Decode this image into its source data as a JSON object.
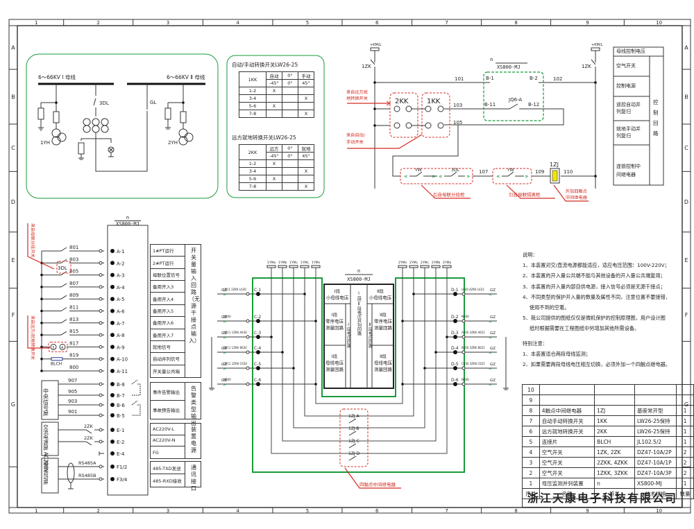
{
  "frame": {
    "columns": [
      "1",
      "2",
      "3",
      "4",
      "5",
      "6",
      "7",
      "8",
      "9",
      "10"
    ],
    "rows": [
      "A",
      "B",
      "C",
      "D",
      "E",
      "F",
      "G"
    ]
  },
  "primary": {
    "bus1_label": "6～66KV Ⅰ 母线",
    "bus2_label": "6～66KV Ⅱ 母线",
    "breaker": "3DL",
    "isolator": "GL",
    "pt1": "1YH",
    "pt2": "2YH"
  },
  "switch_tables": [
    {
      "title": "自动/手动转换开关LW26-25",
      "name": "1KK",
      "headers": [
        "自动",
        "0°",
        "手动"
      ],
      "angles": [
        "-45°",
        "0°",
        "45°"
      ],
      "rows": [
        [
          "1-2",
          "X",
          "",
          ""
        ],
        [
          "3-4",
          "",
          "",
          "X"
        ],
        [
          "5-6",
          "X",
          "",
          ""
        ],
        [
          "7-8",
          "",
          "",
          "X"
        ]
      ]
    },
    {
      "title": "远方就地转换开关LW26-25",
      "name": "2KK",
      "headers": [
        "远方",
        "0°",
        "就地"
      ],
      "angles": [
        "-45°",
        "0°",
        "45°"
      ],
      "rows": [
        [
          "1-2",
          "X",
          "",
          ""
        ],
        [
          "3-4",
          "",
          "",
          "X"
        ],
        [
          "5-6",
          "X",
          "",
          ""
        ],
        [
          "7-8",
          "",
          "",
          "X"
        ]
      ]
    }
  ],
  "control": {
    "supply": "+KM/L",
    "breaker": "1ZK",
    "device_n": "n",
    "device": "XS800-MJ",
    "wires": [
      "101",
      "102",
      "103",
      "105",
      "107",
      "109",
      "110"
    ],
    "terminals": [
      "B-1",
      "B-2",
      "B-11",
      "B-12"
    ],
    "contact": "JQ6-A",
    "sw2": "2KK",
    "sw1": "1KK",
    "relay": "1ZJ",
    "yw": "YW",
    "dl": "3DL",
    "ann_remote": "来自远方就地转换开关",
    "ann_auto": "来自自动/手动开关",
    "ann_tie_section": "引自母联分段柜",
    "ann_tie_isolator": "引自母联隔离柜",
    "ann_relay": "外加四触点中间继电器"
  },
  "control_legend": {
    "header": "母线控制电压",
    "items": [
      "空气开关",
      "控制电源",
      "遥控自动并列复归",
      "就地手动并列复归",
      "连锁控制中间继电器"
    ],
    "side": "控制回路"
  },
  "inputs": {
    "device_n": "n",
    "device": "XS800-MJ",
    "ann_tie": "来自母联分段开关",
    "ann_remote": "来自远方/就地转换开关",
    "blch": "BLCH",
    "dl": "3DL",
    "rows": [
      {
        "wire": "801",
        "term": "A-1",
        "label": "1#PT运行"
      },
      {
        "wire": "803",
        "term": "A-2",
        "label": "2#PT运行"
      },
      {
        "wire": "805",
        "term": "A-3",
        "label": "母联位置信号"
      },
      {
        "wire": "807",
        "term": "A-4",
        "label": "备用开入3"
      },
      {
        "wire": "809",
        "term": "A-5",
        "label": "备用开入4"
      },
      {
        "wire": "811",
        "term": "A-6",
        "label": "备用开入5"
      },
      {
        "wire": "813",
        "term": "A-7",
        "label": "备用开入6"
      },
      {
        "wire": "815",
        "term": "A-8",
        "label": "备用开入7"
      },
      {
        "wire": "817",
        "term": "A-9",
        "label": "就地信号"
      },
      {
        "wire": "819",
        "term": "A-10",
        "label": "自动并列信号"
      },
      {
        "wire": "800",
        "term": "A-11",
        "label": "开关量公共端"
      }
    ],
    "side": "开关量输入回路（无源干接点输入）"
  },
  "outputs": {
    "panel": "中央信号屏",
    "rows": [
      {
        "wire": "907",
        "term": "B-8"
      },
      {
        "wire": "905",
        "term": "B-7"
      },
      {
        "wire": "903",
        "term": "B-6"
      },
      {
        "wire": "901",
        "term": "B-5"
      }
    ],
    "labels": [
      "事件告警输出",
      "事故预告输出"
    ],
    "side": "告警类型输出"
  },
  "power": {
    "panel": "交流电源屏 AC220V",
    "breaker": "2ZK",
    "terms": [
      "E-1",
      "E-2",
      "E-4"
    ],
    "labels": [
      "AC220V-L",
      "AC220V-N",
      "FG"
    ],
    "side": "装置电源"
  },
  "comm": {
    "panel": "通讯远动屏",
    "sub": "后台监控系统",
    "lines": [
      {
        "wire": "RS485A",
        "term": "F1/2"
      },
      {
        "wire": "RS485B",
        "term": "F3/4"
      }
    ],
    "labels": [
      "485-TXD发送",
      "485-RXD接收"
    ],
    "side": "通讯接口"
  },
  "voltage": {
    "device_n": "n",
    "device": "XS800-MJ",
    "bus1": [
      "1YMa",
      "1YMb",
      "1YMc",
      "1YML",
      "1YMn"
    ],
    "bus2": [
      "2YMn",
      "2YML",
      "2YMc",
      "2YMb",
      "2YMa"
    ],
    "left_terms": [
      "C-1",
      "C-2",
      "C-3",
      "C-4",
      "C-5",
      "C-6"
    ],
    "right_terms": [
      "D-1",
      "D-2",
      "D-3",
      "D-4",
      "D-5",
      "D-6"
    ],
    "left_wires": [
      "L611 2ZKK L630",
      "N600",
      "A611 1ZKK A630",
      "B611 1ZKK B630",
      "C611 1ZKK C630",
      "N600"
    ],
    "right_wires": [
      "L640 4ZKK L621",
      "N600",
      "A640 3ZKK A621",
      "B640 3ZKK B621",
      "C640 3ZKK C621",
      "N600"
    ],
    "gz": "GZ",
    "blocks": {
      "i_small": "Ⅰ段\n小母线电压",
      "ii_small": "Ⅱ段\n小母线电压",
      "i_zero": "Ⅰ段\n零序电压\n测量回路",
      "ii_zero": "Ⅱ段\n零序电压\n测量回路",
      "i_bus": "Ⅰ段\n母线电压\n测量回路",
      "ii_bus": "Ⅱ段\n母线电压\n测量回路",
      "i_volt": "Ⅰ段电压回路",
      "ii_volt": "Ⅱ段电压回路",
      "parallel": "Ⅰ段/Ⅱ段电压并列回路"
    },
    "relay_contacts": [
      "1ZJ-A",
      "1ZJ-B",
      "1ZJ-C",
      "1ZJ-D"
    ],
    "ann_relay": "四触点中间继电器"
  },
  "notes": {
    "title": "说明：",
    "items": [
      "1、本装置对交/直流电源都能适应，适应电压范围：100V-220V；",
      "2、本装置的开入量公共端不能与其他设备的开入量公共端复用；",
      "3、本装置的开入量内部自供电源，接入信号必须是无源干接点；",
      "4、不同类型的保护开入量的数量及属性不同，注意位置不要接错，",
      "使用不到的空着。",
      "5、我公司提供的图纸仅仅是微机保护的控制原理图，用户设计图",
      "纸时根据需要在工程图纸中另增加其他所需设备。"
    ],
    "special_title": "特别注意：",
    "special": [
      "1、本装置适合两段母线监测；",
      "2、如果需要两段母线电压相互切换，必须外加一个四触点继电器。"
    ]
  },
  "bom": {
    "headers": [
      "序号",
      "名称",
      "符号",
      "技术规格",
      "数量"
    ],
    "rows": [
      [
        "10",
        "",
        "",
        "",
        ""
      ],
      [
        "9",
        "",
        "",
        "",
        ""
      ],
      [
        "8",
        "4触点中间继电器",
        "1ZJ",
        "基座常开型",
        "1"
      ],
      [
        "7",
        "自动手动转换开关",
        "1KK",
        "LW26-25保持",
        "1"
      ],
      [
        "6",
        "远方就地转换开关",
        "2KK",
        "LW26-25保持",
        "1"
      ],
      [
        "5",
        "连接片",
        "BLCH",
        "JL102.5/2",
        "1"
      ],
      [
        "4",
        "空气开关",
        "1ZK, 2ZK",
        "DZ47-10A/2P",
        "2"
      ],
      [
        "3",
        "空气开关",
        "2ZKK, 4ZKK",
        "DZ47-10A/1P",
        "2"
      ],
      [
        "2",
        "空气开关",
        "1ZKK, 3ZKK",
        "DZ47-10A/3P",
        "2"
      ],
      [
        "1",
        "母压监测并列装置",
        "n",
        "XS800-MJ",
        "1"
      ]
    ],
    "company": "浙江天康电子科技有限公司"
  },
  "colors": {
    "line": "#333333",
    "red": "#d42a20",
    "green": "#1a9a3a",
    "yellow": "#f2e600"
  }
}
